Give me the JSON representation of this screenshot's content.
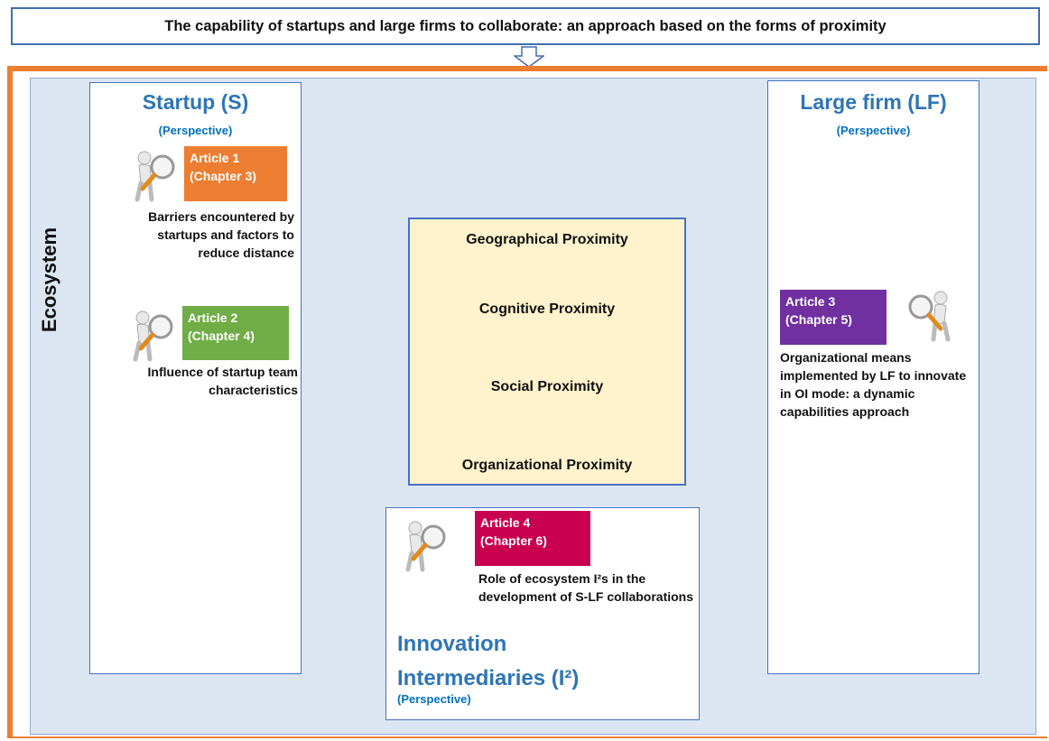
{
  "title": "The capability of startups and large firms to collaborate: an approach based on the forms of proximity",
  "ecosystem_label": "Ecosystem",
  "colors": {
    "ecosystem_border": "#ed7d31",
    "ecosystem_fill": "#dce6f2",
    "proximity_fill": "#fff2cc",
    "article1": "#ed7d31",
    "article2": "#70ad47",
    "article3": "#7030a0",
    "article4": "#c9004f",
    "perspective_title": "#2e75b6"
  },
  "startup": {
    "title": "Startup (S)",
    "subtitle": "(Perspective)",
    "article1": {
      "line1": "Article 1",
      "line2": "(Chapter 3)",
      "desc": "Barriers encountered by startups and factors to reduce distance"
    },
    "article2": {
      "line1": "Article 2",
      "line2": "(Chapter 4)",
      "desc": "Influence of startup team characteristics"
    }
  },
  "large_firm": {
    "title": "Large firm (LF)",
    "subtitle": "(Perspective)",
    "article3": {
      "line1": "Article 3",
      "line2": "(Chapter 5)",
      "desc": "Organizational means implemented by LF to innovate in OI mode: a dynamic capabilities approach"
    }
  },
  "intermediaries": {
    "title_line1": "Innovation",
    "title_line2": "Intermediaries (I²)",
    "subtitle": "(Perspective)",
    "article4": {
      "line1": "Article 4",
      "line2": "(Chapter 6)",
      "desc": "Role of ecosystem I²s in the development of S-LF collaborations"
    }
  },
  "proximity": {
    "items": [
      "Geographical Proximity",
      "Cognitive Proximity",
      "Social Proximity",
      "Organizational Proximity"
    ]
  }
}
